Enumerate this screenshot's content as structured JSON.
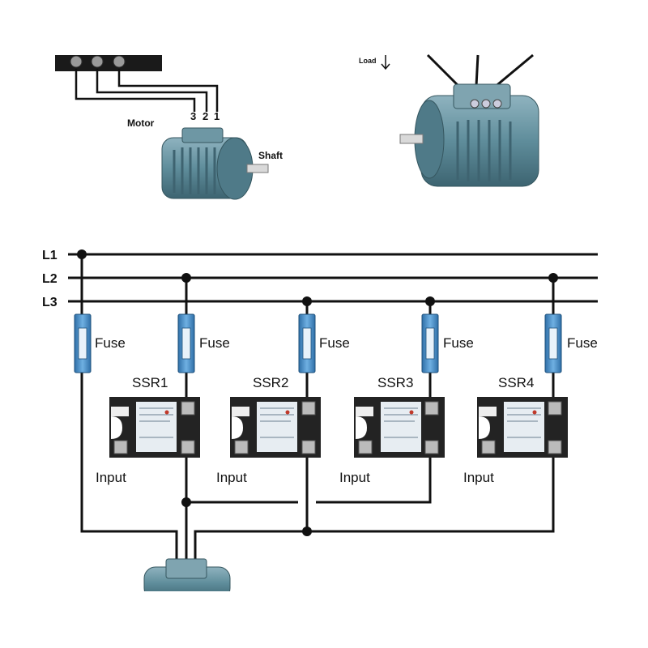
{
  "top_left": {
    "motor_label": "Motor",
    "shaft_label": "Shaft",
    "terminal_numbers": [
      "3",
      "2",
      "1"
    ]
  },
  "top_right": {
    "load_label": "Load"
  },
  "lines": [
    "L1",
    "L2",
    "L3"
  ],
  "fuse_label": "Fuse",
  "ssrs": [
    {
      "name": "SSR1",
      "input_label": "Input"
    },
    {
      "name": "SSR2",
      "input_label": "Input"
    },
    {
      "name": "SSR3",
      "input_label": "Input"
    },
    {
      "name": "SSR4",
      "input_label": "Input"
    }
  ],
  "colors": {
    "wire": "#111111",
    "fuse_body": "#3f86c6",
    "motor_body": "#5a8796",
    "ssr_body": "#222222",
    "ssr_label": "#e9eef3"
  }
}
